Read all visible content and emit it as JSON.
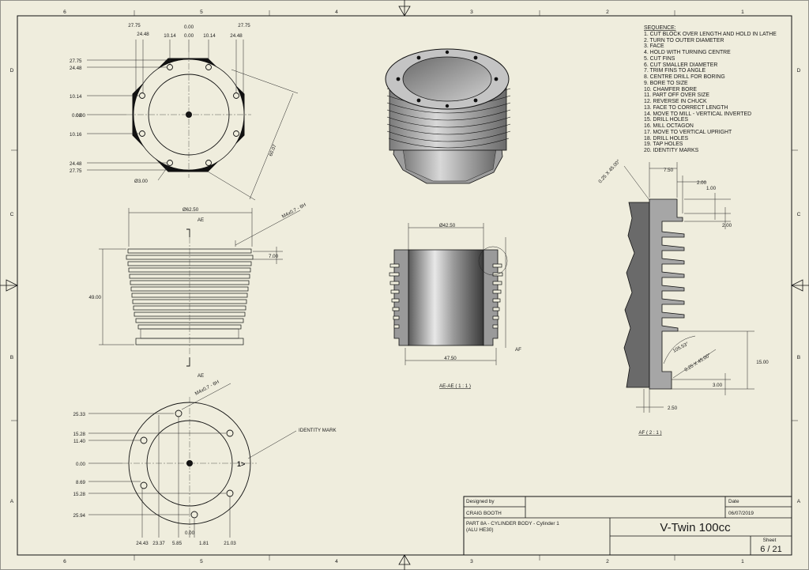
{
  "frame": {
    "columns_top": [
      "6",
      "5",
      "4",
      "3",
      "2",
      "1"
    ],
    "columns_bottom": [
      "6",
      "5",
      "4",
      "3",
      "2",
      "1"
    ],
    "rows_left": [
      "D",
      "C",
      "B",
      "A"
    ],
    "rows_right": [
      "D",
      "C",
      "B",
      "A"
    ]
  },
  "top_view": {
    "dims_top": [
      "27.75",
      "24.48",
      "10.14",
      "0.00",
      "10.14",
      "24.48",
      "27.75"
    ],
    "dims_top_center": "0.00",
    "dims_left": [
      "27.75",
      "24.48",
      "10.14",
      "0.00",
      "0.00",
      "10.16",
      "24.48",
      "27.75"
    ],
    "across_flats": "60.07",
    "hole_dia": "Ø3.00"
  },
  "front_view": {
    "outer_dia": "Ø62.50",
    "height": "49.00",
    "fin_pitch": "7.00",
    "thread": "M4x0.7 - 6H",
    "section_label": "AE"
  },
  "section_view": {
    "bore_dia": "Ø42.50",
    "base_width": "47.50",
    "detail_label": "AF",
    "caption": "AE-AE ( 1 : 1 )"
  },
  "detail_view": {
    "chamfer_top": "0.25 X 45.00°",
    "width": "7.50",
    "d1": "2.00",
    "d2": "1.00",
    "d3": "2.00",
    "angle": "105.53°",
    "chamfer_bottom": "0.25 X 45.00°",
    "height": "15.00",
    "base": "3.00",
    "step": "2.50",
    "caption": "AF ( 2 : 1 )"
  },
  "bottom_view": {
    "thread": "M4x0.7 - 6H",
    "identity_mark": "IDENTITY MARK",
    "mark_text": "1>",
    "dims_left": [
      "25.33",
      "15.28",
      "11.40",
      "0.00",
      "8.69",
      "15.28",
      "25.94"
    ],
    "dims_bottom": [
      "24.43",
      "23.37",
      "5.85",
      "0.00",
      "1.81",
      "21.03"
    ]
  },
  "sequence": {
    "title": "SEQUENCE:",
    "steps": [
      "1. CUT BLOCK OVER LENGTH AND HOLD IN LATHE",
      "2. TURN TO OUTER DIAMETER",
      "3. FACE",
      "4. HOLD WITH TURNING CENTRE",
      "5. CUT FINS",
      "6. CUT SMALLER DIAMETER",
      "7. TRIM FINS TO ANGLE",
      "8. CENTRE DRILL FOR BORING",
      "9. BORE TO SIZE",
      "10. CHAMFER BORE",
      "11. PART OFF OVER SIZE",
      "12. REVERSE IN CHUCK",
      "13. FACE TO CORRECT LENGTH",
      "14. MOVE TO MILL - VERTICAL INVERTED",
      "15. DRILL HOLES",
      "16. MILL OCTAGON",
      "17. MOVE TO VERTICAL UPRIGHT",
      "18. DRILL HOLES",
      "19. TAP HOLES",
      "20. IDENTITY MARKS"
    ]
  },
  "title_block": {
    "designed_by_label": "Designed by",
    "designer": "CRAIG BOOTH",
    "date_label": "Date",
    "date": "06/07/2019",
    "part_desc": "PART 8A - CYLINDER BODY - Cylinder 1",
    "material": "(ALU HE30)",
    "title": "V-Twin 100cc",
    "sheet_label": "Sheet",
    "sheet": "6 / 21"
  }
}
